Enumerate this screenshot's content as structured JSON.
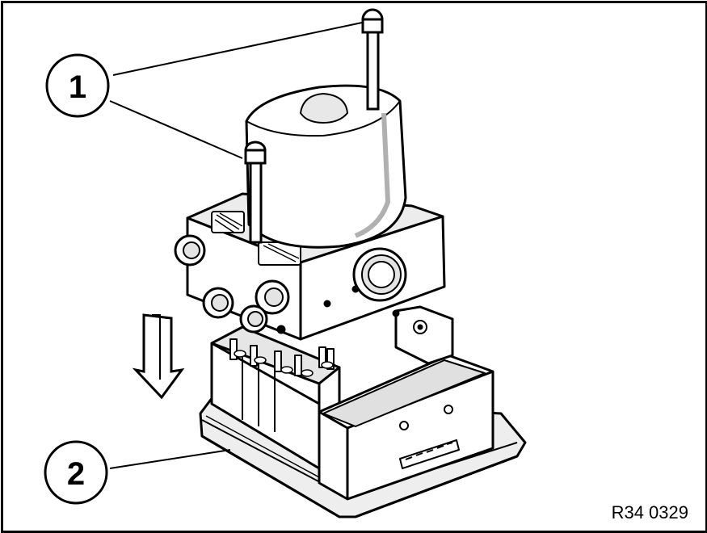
{
  "callouts": {
    "one": "1",
    "two": "2"
  },
  "reference_code": "R34 0329",
  "colors": {
    "line": "#000000",
    "fill": "#ffffff",
    "shade": "#d8d8d8",
    "dark_shade": "#a8a8a8"
  }
}
